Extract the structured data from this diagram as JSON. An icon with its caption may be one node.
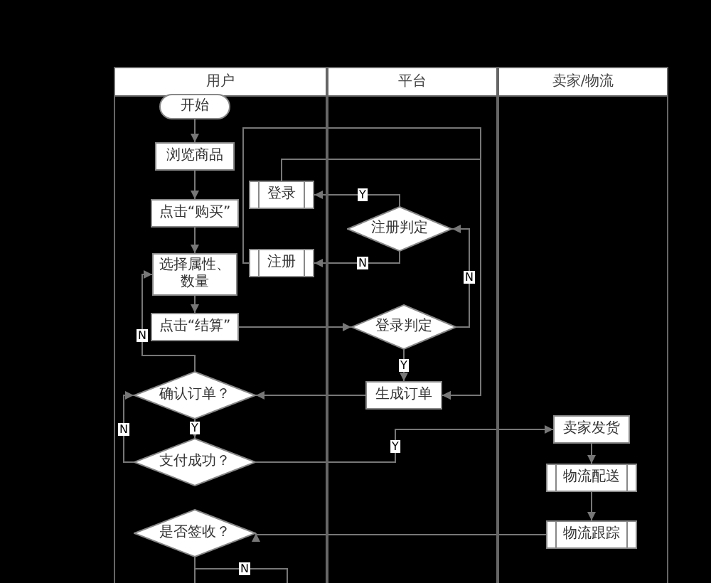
{
  "diagram": {
    "nodes": [
      {
        "text": [
          "用户"
        ]
      },
      {
        "text": [
          "平台"
        ]
      },
      {
        "text": [
          "卖家/物流"
        ]
      },
      {
        "text": [
          "开始"
        ],
        "in": 0
      },
      {
        "text": [
          "浏览商品"
        ],
        "in": 0
      },
      {
        "text": [
          "点击“购买”"
        ],
        "in": 0
      },
      {
        "text": [
          "选择属性、数量"
        ],
        "in": 0
      },
      {
        "text": [
          "点击“结算”"
        ],
        "in": 0
      },
      {
        "text": [
          "确认订单？"
        ],
        "in": 0
      },
      {
        "text": [
          "支付成功？"
        ],
        "in": 0
      },
      {
        "text": [
          "是否签收？"
        ],
        "in": 0
      },
      {
        "text": [
          "登录"
        ],
        "in": 0
      },
      {
        "text": [
          "注册"
        ],
        "in": 0
      },
      {
        "text": [
          "注册判定"
        ],
        "in": 1
      },
      {
        "text": [
          "登录判定"
        ],
        "in": 1
      },
      {
        "text": [
          "生成订单"
        ],
        "in": 1
      },
      {
        "text": [
          "卖家发货"
        ],
        "in": 2
      },
      {
        "text": [
          "物流配送"
        ],
        "in": 2
      },
      {
        "text": [
          "物流跟踪"
        ],
        "in": 2
      }
    ],
    "edges": [
      {
        "from": 3,
        "to": 4,
        "arrow": "to"
      },
      {
        "from": 4,
        "to": 5,
        "arrow": "to"
      },
      {
        "from": 5,
        "to": 6,
        "arrow": "to"
      },
      {
        "from": 6,
        "to": 7,
        "arrow": "to"
      },
      {
        "from": 7,
        "to": 14,
        "arrow": "to"
      },
      {
        "from": 14,
        "to": 13,
        "arrow": "to",
        "label": "N"
      },
      {
        "from": 13,
        "to": 11,
        "arrow": "to",
        "label": "Y"
      },
      {
        "from": 13,
        "to": 12,
        "arrow": "to",
        "label": "N"
      },
      {
        "from": 11,
        "to": 15,
        "arrow": "to"
      },
      {
        "from": 12,
        "to": 15,
        "arrow": "to"
      },
      {
        "from": 14,
        "to": 15,
        "arrow": "to",
        "label": "Y"
      },
      {
        "from": 15,
        "to": 8,
        "arrow": "to"
      },
      {
        "from": 8,
        "to": 9,
        "arrow": "to",
        "label": "Y"
      },
      {
        "from": 8,
        "to": 6,
        "arrow": "to",
        "label": "N"
      },
      {
        "from": 9,
        "to": 8,
        "arrow": "to",
        "label": "N"
      },
      {
        "from": 9,
        "to": 16,
        "arrow": "to",
        "label": "Y"
      },
      {
        "from": 16,
        "to": 17,
        "arrow": "to"
      },
      {
        "from": 17,
        "to": 18,
        "arrow": "to"
      },
      {
        "from": 18,
        "to": 10,
        "arrow": "to"
      },
      {
        "from": 10,
        "to": null,
        "arrow": "none"
      },
      {
        "from": 10,
        "to": null,
        "arrow": "none",
        "label": "N"
      }
    ]
  }
}
